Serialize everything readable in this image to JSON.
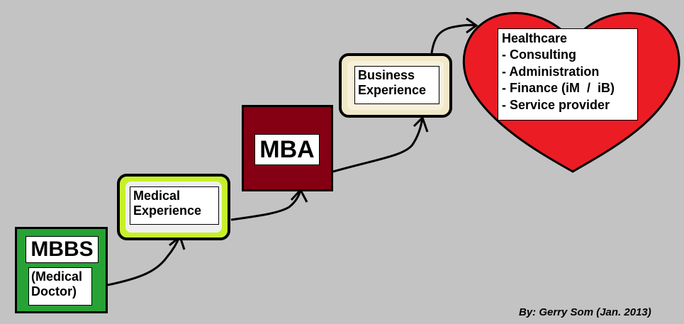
{
  "steps": {
    "mbbs": {
      "title": "MBBS",
      "subtitle": [
        "(Medical",
        "Doctor)"
      ]
    },
    "medical_experience": {
      "lines": [
        "Medical",
        "Experience"
      ]
    },
    "mba": {
      "title": "MBA"
    },
    "business_experience": {
      "lines": [
        "Business",
        "Experience"
      ]
    },
    "healthcare": {
      "title": "Healthcare",
      "items": [
        "- Consulting",
        "- Administration",
        "- Finance (iM  /  iB)",
        "- Service provider"
      ]
    }
  },
  "credit": "By: Gerry Som (Jan. 2013)",
  "colors": {
    "background": "#c3c3c3",
    "mbbs": "#27a335",
    "medical_experience": "#c6f02a",
    "mba": "#840012",
    "business_experience": "#f1e8c8",
    "heart": "#ec1c24"
  }
}
